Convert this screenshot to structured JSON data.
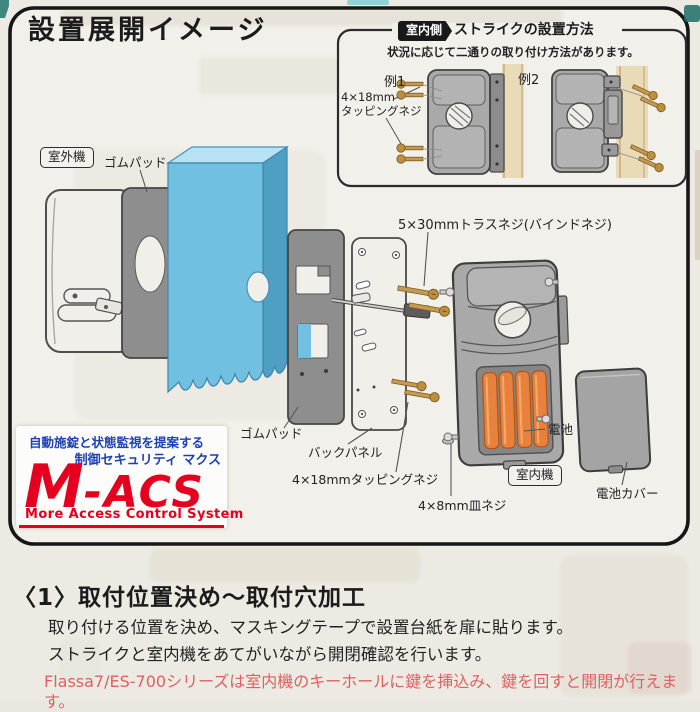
{
  "page": {
    "title": "設置展開イメージ",
    "section_heading": "〈1〉取付位置決め〜取付穴加工",
    "body_line1": "取り付ける位置を決め、マスキングテープで設置台紙を扉に貼ります。",
    "body_line2": "ストライクと室内機をあてがいながら開閉確認を行います。",
    "note_red": "Flassa7/ES-700シリーズは室内機のキーホールに鍵を挿込み、鍵を回すと開閉が行えます。"
  },
  "inset": {
    "side_badge": "室内側",
    "title": "ストライクの設置方法",
    "subtitle": "状況に応じて二通りの取り付け方法があります。",
    "example1": "例1",
    "example2": "例2",
    "screw_label": "4×18mm\nタッピングネジ"
  },
  "diagram_labels": {
    "outdoor_unit": "室外機",
    "rubber_pad_1": "ゴムパッド",
    "truss_screw": "5×30mmトラスネジ(バインドネジ)",
    "rubber_pad_2": "ゴムパッド",
    "back_panel": "バックパネル",
    "tapping_screw": "4×18mmタッピングネジ",
    "flat_screw": "4×8mm皿ネジ",
    "battery": "電池",
    "indoor_unit": "室内機",
    "battery_cover": "電池カバー"
  },
  "logo": {
    "tagline1": "自動施錠と状態監視を提案する",
    "tagline2": "制御セキュリティ マクス",
    "brand_m": "M",
    "brand_rest": "-ACS",
    "subtitle": "More Access Control System",
    "blue": "#1d41b5",
    "red": "#e4001e"
  },
  "colors": {
    "paper": "#f2f0ea",
    "door_blue": "#72c0e1",
    "battery_orange": "#e8813c",
    "note_red": "#dd6161"
  }
}
